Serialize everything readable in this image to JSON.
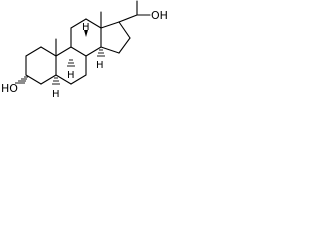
{
  "labels": {
    "hydroxyl_left": "HO",
    "hydroxyl_top": "OH",
    "hydrogen_a": "H",
    "hydrogen_b": "H",
    "hydrogen_c": "H",
    "hydrogen_d": "H"
  },
  "colors": {
    "ink": "#000000",
    "background": "#ffffff"
  }
}
